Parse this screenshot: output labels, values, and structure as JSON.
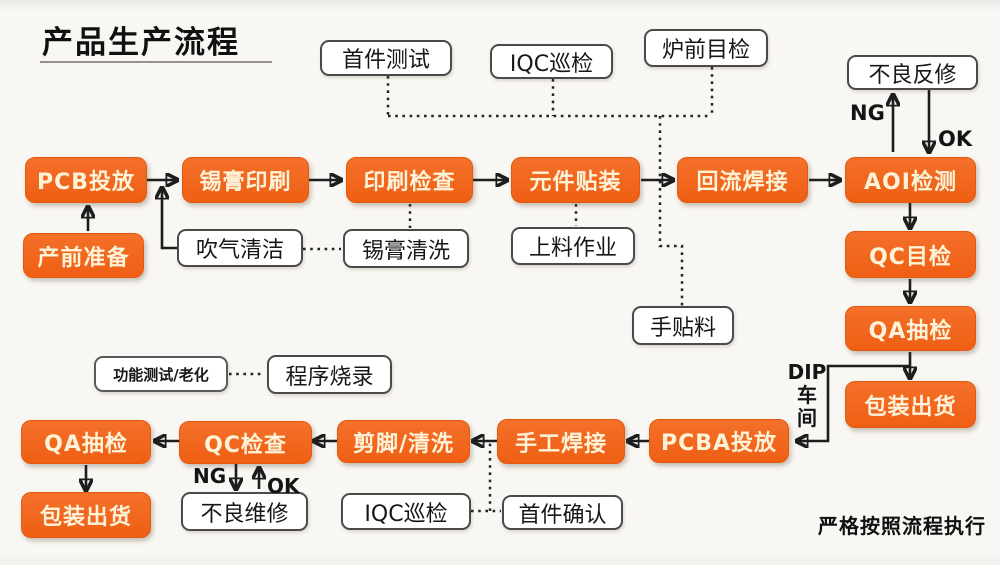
{
  "app": {
    "title": "产品生产流程",
    "slogan": "严格按照流程执行"
  },
  "colors": {
    "process_fill": "#f0651c",
    "process_text": "#fdf3d8",
    "annotation_fill": "#ffffff",
    "annotation_border": "#4a4a4a",
    "line": "#1d1d1d",
    "background": "#f9f7f3"
  },
  "nodes": {
    "pcb_feed": {
      "label": "PCB投放",
      "type": "process"
    },
    "pre_production": {
      "label": "产前准备",
      "type": "process"
    },
    "solder_paste_print": {
      "label": "锡膏印刷",
      "type": "process"
    },
    "print_inspection": {
      "label": "印刷检查",
      "type": "process"
    },
    "component_mount": {
      "label": "元件贴装",
      "type": "process"
    },
    "reflow_solder": {
      "label": "回流焊接",
      "type": "process"
    },
    "aoi_inspection": {
      "label": "AOI检测",
      "type": "process"
    },
    "qc_visual": {
      "label": "QC目检",
      "type": "process"
    },
    "qa_sampling_right": {
      "label": "QA抽检",
      "type": "process"
    },
    "packing_right": {
      "label": "包装出货",
      "type": "process"
    },
    "qa_sampling_bottom": {
      "label": "QA抽检",
      "type": "process"
    },
    "qc_check": {
      "label": "QC检查",
      "type": "process"
    },
    "trim_clean": {
      "label": "剪脚/清洗",
      "type": "process"
    },
    "hand_solder": {
      "label": "手工焊接",
      "type": "process"
    },
    "pcba_feed": {
      "label": "PCBA投放",
      "type": "process"
    },
    "packing_bottom": {
      "label": "包装出货",
      "type": "process"
    },
    "first_article_test": {
      "label": "首件测试",
      "type": "annotation"
    },
    "iqc_patrol_top": {
      "label": "IQC巡检",
      "type": "annotation"
    },
    "furnace_visual": {
      "label": "炉前目检",
      "type": "annotation"
    },
    "defect_rework": {
      "label": "不良反修",
      "type": "annotation"
    },
    "blow_clean": {
      "label": "吹气清洁",
      "type": "annotation"
    },
    "paste_wash": {
      "label": "锡膏清洗",
      "type": "annotation"
    },
    "loading_operation": {
      "label": "上料作业",
      "type": "annotation"
    },
    "hand_place": {
      "label": "手贴料",
      "type": "annotation"
    },
    "func_test_aging": {
      "label": "功能测试/老化",
      "type": "annotation"
    },
    "program_burn": {
      "label": "程序烧录",
      "type": "annotation"
    },
    "defect_repair": {
      "label": "不良维修",
      "type": "annotation"
    },
    "iqc_patrol_bottom": {
      "label": "IQC巡检",
      "type": "annotation"
    },
    "first_article_confirm": {
      "label": "首件确认",
      "type": "annotation"
    }
  },
  "labels": {
    "ng_aoi": "NG",
    "ok_aoi": "OK",
    "ng_qc": "NG",
    "ok_qc": "OK",
    "dip_workshop": "DIP\n车\n间"
  }
}
